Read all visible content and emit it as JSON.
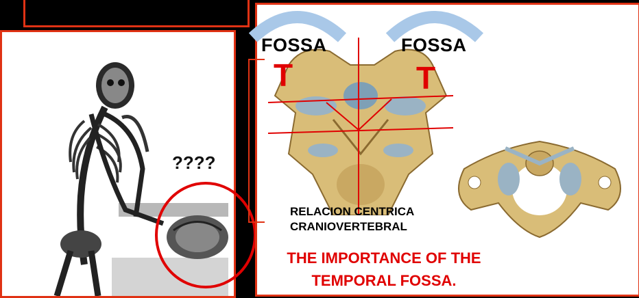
{
  "labels": {
    "fossa_left": "FOSSA",
    "fossa_right": "FOSSA",
    "t_left": "T",
    "t_right": "T",
    "question": "????",
    "relation_line1": "RELACION CENTRICA",
    "relation_line2": "CRANIOVERTEBRAL",
    "importance_line1": "THE IMPORTANCE OF THE",
    "importance_line2": "TEMPORAL FOSSA."
  },
  "colors": {
    "frame_red": "#e03214",
    "mark_red": "#e00000",
    "arc_blue": "#a9c8e8",
    "bone": "#d9bd78"
  },
  "icons": {
    "skeleton": "skeleton-illustration",
    "vertebra_back": "cervical-vertebrae-posterior-illustration",
    "atlas": "atlas-vertebra-illustration"
  }
}
